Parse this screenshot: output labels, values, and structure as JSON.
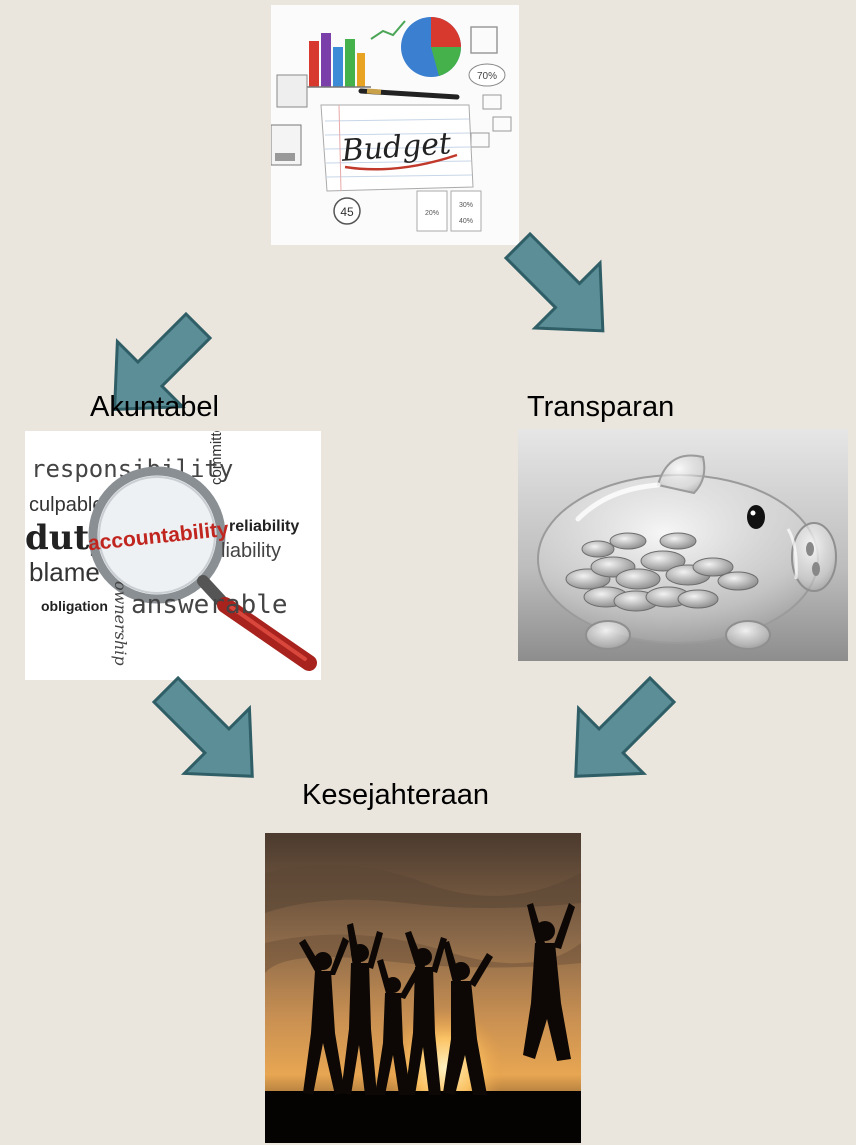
{
  "labels": {
    "left": "Akuntabel",
    "right": "Transparan",
    "bottom": "Kesejahteraan"
  },
  "budget_image": {
    "title": "Budget",
    "chart_percent": "70%",
    "circle_number": "45",
    "small_percents": [
      "30%",
      "20%",
      "40%"
    ]
  },
  "accountability_image": {
    "words": [
      "responsibility",
      "committed",
      "culpable",
      "duty",
      "accountability",
      "reliability",
      "liability",
      "blame",
      "obligation",
      "answerable",
      "ownership"
    ]
  },
  "colors": {
    "background": "#ebe6dd",
    "arrow_fill": "#5b8e97",
    "arrow_stroke": "#2f5e66"
  },
  "icons": {
    "budget": "budget-icon",
    "accountability": "magnifier-icon",
    "transparency": "piggy-bank-icon",
    "welfare": "silhouette-people-icon"
  }
}
